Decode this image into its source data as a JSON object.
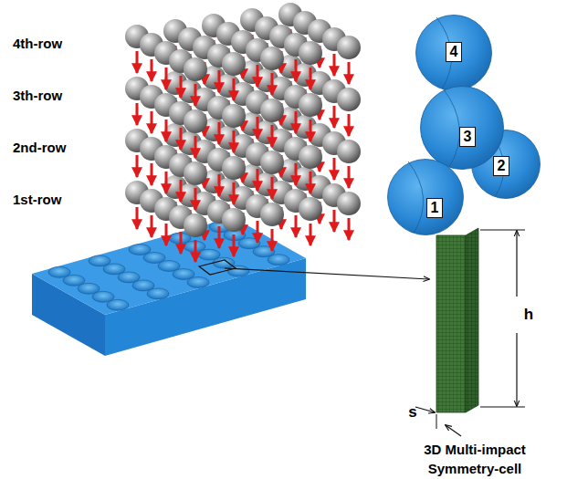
{
  "diagram": {
    "caption": "3D Multi-impact Symmetry-cell",
    "nodes": [
      {
        "text": [
          "4"
        ]
      },
      {
        "text": [
          "3"
        ]
      },
      {
        "text": [
          "2"
        ]
      },
      {
        "text": [
          "1"
        ]
      }
    ],
    "labels": [
      "4th-row",
      "3th-row",
      "2nd-row",
      "1st-row",
      "h",
      "s"
    ]
  }
}
